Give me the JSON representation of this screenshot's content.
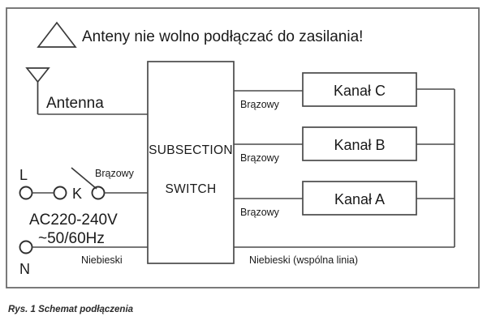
{
  "figure": {
    "caption": "Rys. 1 Schemat podłączenia",
    "warning_text": "Anteny nie wolno podłączać do zasilania!",
    "warning_icon": "warning-triangle-icon"
  },
  "antenna": {
    "label": "Antenna",
    "icon": "antenna-icon"
  },
  "subsection_switch": {
    "line1": "SUBSECTION",
    "line2": "SWITCH"
  },
  "power": {
    "live_terminal": "L",
    "neutral_terminal": "N",
    "switch_label": "K",
    "supply_line1": "AC220-240V",
    "supply_line2": "~50/60Hz",
    "live_wire_label": "Brązowy",
    "neutral_wire_label": "Niebieski"
  },
  "channels": [
    {
      "name": "Kanał C",
      "wire_label": "Brązowy"
    },
    {
      "name": "Kanał B",
      "wire_label": "Brązowy"
    },
    {
      "name": "Kanał A",
      "wire_label": "Brązowy"
    }
  ],
  "common_line": {
    "label": "Niebieski (wspólna linia)"
  },
  "colors": {
    "line": "#4a4a4a",
    "frame": "#6b6b6b",
    "text": "#1a1a1a",
    "background": "#ffffff"
  }
}
